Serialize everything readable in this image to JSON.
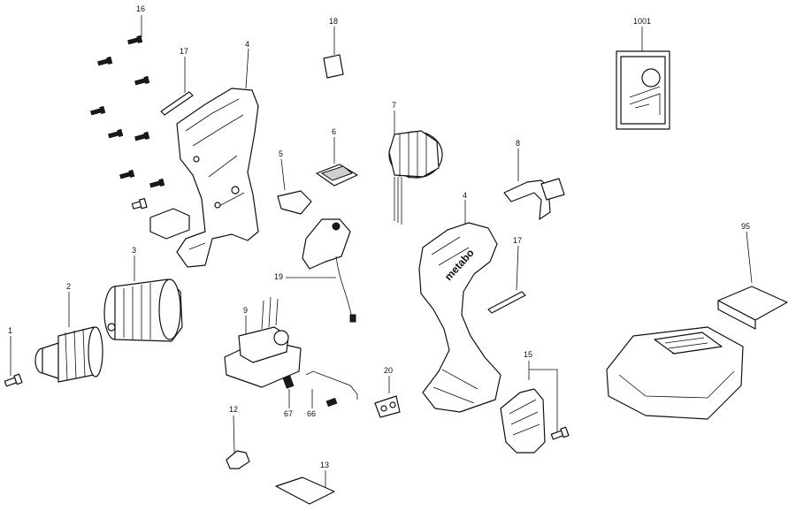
{
  "diagram": {
    "brand_text": "metabo",
    "callouts": {
      "c1": "1",
      "c2": "2",
      "c3": "3",
      "c4a": "4",
      "c4b": "4",
      "c5": "5",
      "c6": "6",
      "c7": "7",
      "c8": "8",
      "c9": "9",
      "c12": "12",
      "c13": "13",
      "c15": "15",
      "c16": "16",
      "c17a": "17",
      "c17b": "17",
      "c18": "18",
      "c19": "19",
      "c20": "20",
      "c66": "66",
      "c67": "67",
      "c95": "95",
      "c1001": "1001"
    }
  }
}
